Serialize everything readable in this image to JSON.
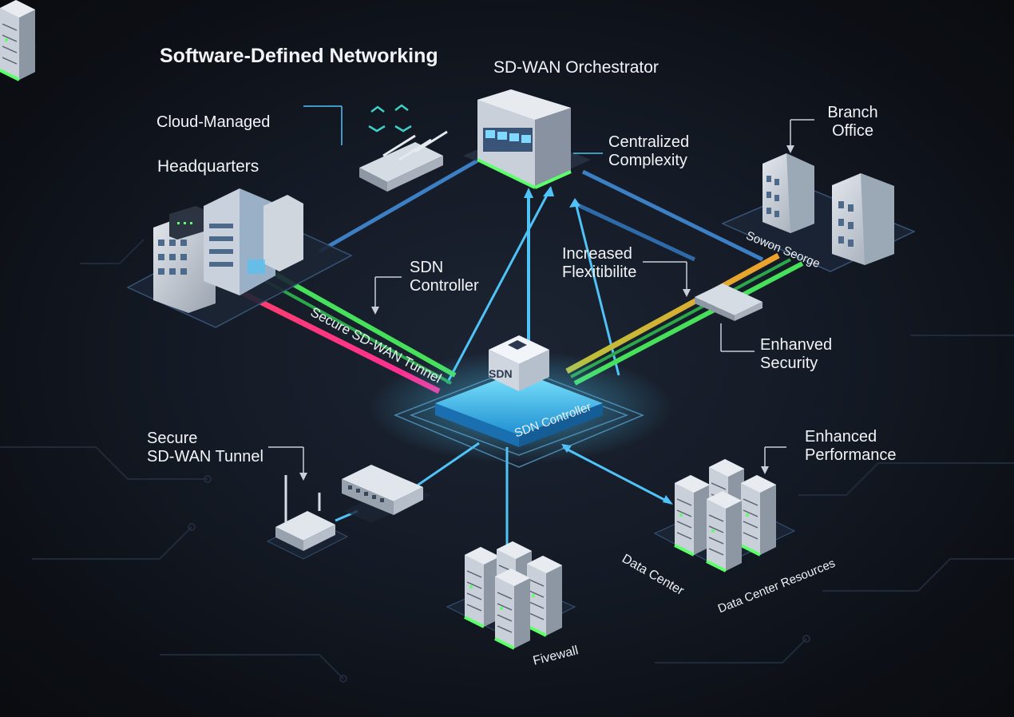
{
  "title": "Software-Defined Networking",
  "labels": {
    "orchestrator": "SD-WAN Orchestrator",
    "cloud_managed": "Cloud-Managed",
    "headquarters": "Headquarters",
    "centralized_line1": "Centralized",
    "centralized_line2": "Complexity",
    "branch_line1": "Branch",
    "branch_line2": "Office",
    "sdn_controller_line1": "SDN",
    "sdn_controller_line2": "Controller",
    "flex_line1": "Increased",
    "flex_line2": "Flexitibilite",
    "security_line1": "Enhanved",
    "security_line2": "Security",
    "tunnel_left_line1": "Secure",
    "tunnel_left_line2": "SD-WAN Tunnel",
    "performance_line1": "Enhanced",
    "performance_line2": "Performance"
  },
  "tilted_labels": {
    "tunnel_diag": "Secure SD-WAN Tunnel",
    "branch_diag": "Sowon Seorge",
    "controller_diag": "SDN Controller",
    "hub_icon_text": "SDN",
    "data_center": "Data Center",
    "dc_resources": "Data Center Resources",
    "firewall": "Fivewall"
  },
  "colors": {
    "accent_cyan": "#4fc3f7",
    "link_blue": "#3d7fc4",
    "tunnel_green": "#46e05a",
    "tunnel_red": "#ff3f6c",
    "tunnel_orange": "#f0a02c",
    "glow_green": "#5cff6a"
  }
}
